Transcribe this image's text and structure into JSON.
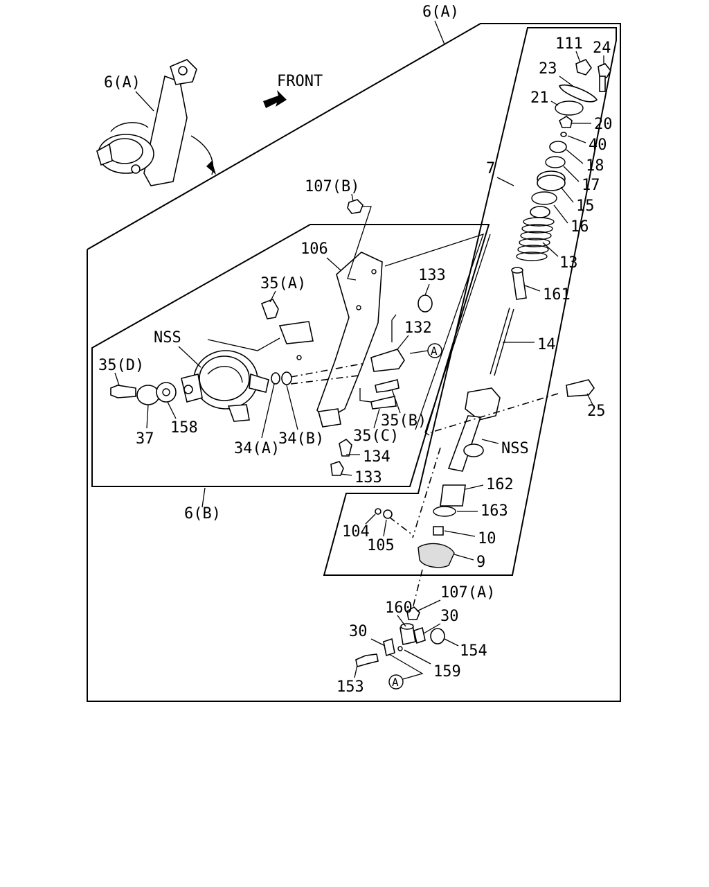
{
  "diagram": {
    "front_label": "FRONT",
    "labels": {
      "6A_top": "6(A)",
      "6A_inset": "6(A)",
      "6B": "6(B)",
      "p111": "111",
      "p24": "24",
      "p23": "23",
      "p21": "21",
      "p20": "20",
      "p40": "40",
      "p18": "18",
      "p17": "17",
      "p15": "15",
      "p16": "16",
      "p13": "13",
      "p161": "161",
      "p14": "14",
      "p7": "7",
      "p25": "25",
      "nss_right": "NSS",
      "p162": "162",
      "p163": "163",
      "p10": "10",
      "p9": "9",
      "p104": "104",
      "p105": "105",
      "p107A": "107(A)",
      "p107B": "107(B)",
      "p106": "106",
      "p35A": "35(A)",
      "p133_top": "133",
      "p132": "132",
      "nss_left": "NSS",
      "p35D": "35(D)",
      "p37": "37",
      "p158": "158",
      "p34A": "34(A)",
      "p34B": "34(B)",
      "p35B": "35(B)",
      "p35C": "35(C)",
      "p134": "134",
      "p133_bottom": "133",
      "p160": "160",
      "p30_right": "30",
      "p30_left": "30",
      "p154": "154",
      "p159": "159",
      "p153": "153",
      "circle_A": "A"
    }
  }
}
